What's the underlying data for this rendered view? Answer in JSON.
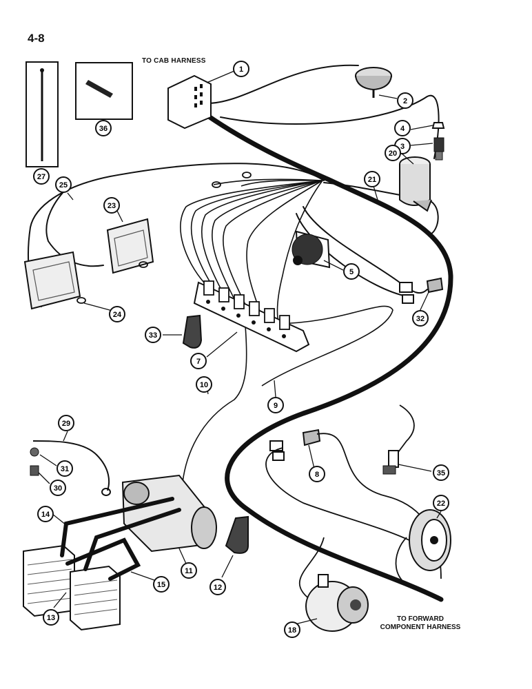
{
  "page_number": "4-8",
  "labels": {
    "to_cab_harness": "TO CAB HARNESS",
    "to_forward_line1": "TO FORWARD",
    "to_forward_line2": "COMPONENT HARNESS"
  },
  "callouts": [
    {
      "id": "c1",
      "text": "1"
    },
    {
      "id": "c2",
      "text": "2"
    },
    {
      "id": "c3",
      "text": "3"
    },
    {
      "id": "c4",
      "text": "4"
    },
    {
      "id": "c5",
      "text": "5"
    },
    {
      "id": "c7",
      "text": "7"
    },
    {
      "id": "c8",
      "text": "8"
    },
    {
      "id": "c9",
      "text": "9"
    },
    {
      "id": "c10",
      "text": "10"
    },
    {
      "id": "c11",
      "text": "11"
    },
    {
      "id": "c12",
      "text": "12"
    },
    {
      "id": "c13",
      "text": "13"
    },
    {
      "id": "c14",
      "text": "14"
    },
    {
      "id": "c15",
      "text": "15"
    },
    {
      "id": "c18",
      "text": "18"
    },
    {
      "id": "c20",
      "text": "20"
    },
    {
      "id": "c21",
      "text": "21"
    },
    {
      "id": "c22",
      "text": "22"
    },
    {
      "id": "c23",
      "text": "23"
    },
    {
      "id": "c24",
      "text": "24"
    },
    {
      "id": "c25",
      "text": "25"
    },
    {
      "id": "c27",
      "text": "27"
    },
    {
      "id": "c29",
      "text": "29"
    },
    {
      "id": "c30",
      "text": "30"
    },
    {
      "id": "c31",
      "text": "31"
    },
    {
      "id": "c32",
      "text": "32"
    },
    {
      "id": "c33",
      "text": "33"
    },
    {
      "id": "c35",
      "text": "35"
    },
    {
      "id": "c36",
      "text": "36"
    }
  ]
}
